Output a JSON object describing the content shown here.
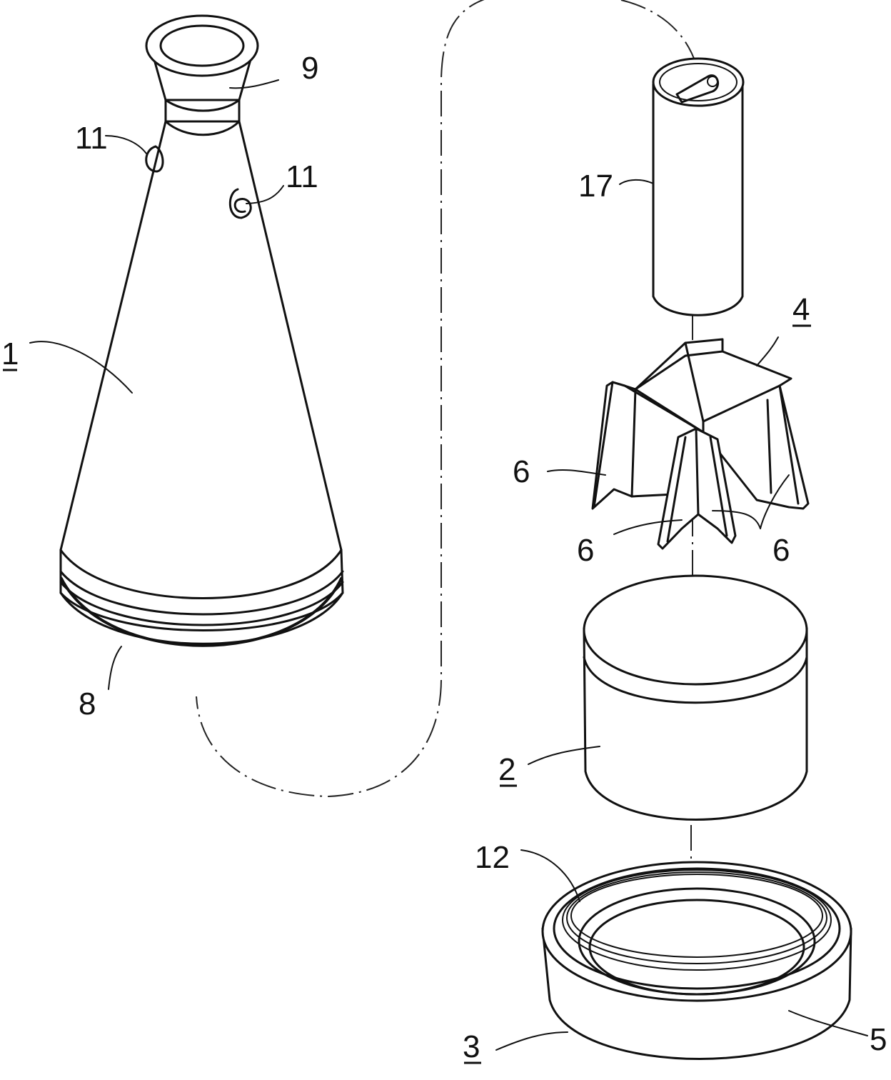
{
  "labels": {
    "flask": "1",
    "housing": "2",
    "base": "3",
    "frame": "4",
    "inner_ring": "5",
    "blade_a": "6",
    "blade_b": "6",
    "blade_c": "6",
    "threads_flask": "8",
    "neck": "9",
    "hook_left": "11",
    "hook_right": "11",
    "threads_base": "12",
    "can": "17"
  }
}
